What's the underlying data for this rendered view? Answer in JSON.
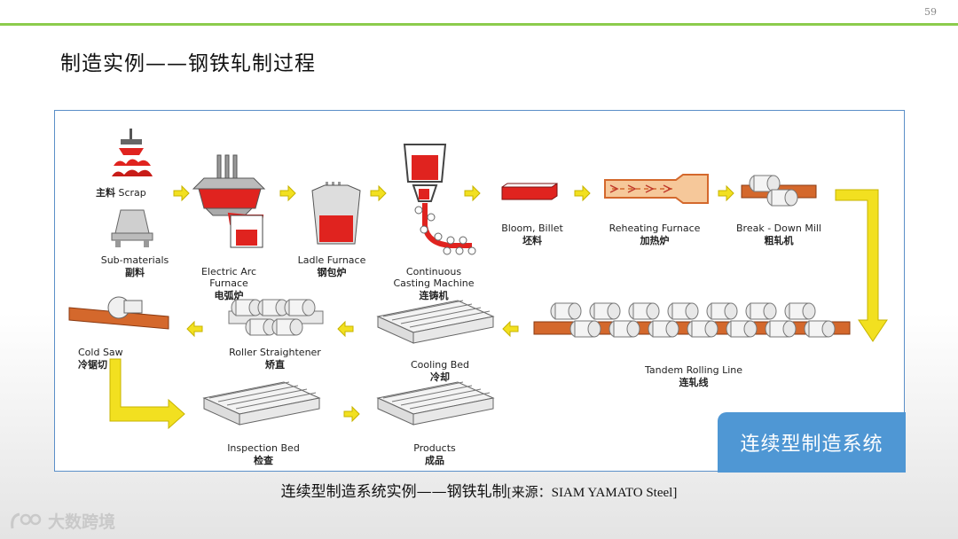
{
  "page": {
    "number": "59",
    "title": "制造实例——钢铁轧制过程",
    "accent": "#8ccc4c"
  },
  "diagram": {
    "stages": [
      {
        "id": "scrap",
        "en": "Scrap",
        "zh": "主料"
      },
      {
        "id": "submaterials",
        "en": "Sub-materials",
        "zh": "副料"
      },
      {
        "id": "eaf",
        "en": "Electric Arc\nFurnace",
        "zh": "电弧炉"
      },
      {
        "id": "ladle",
        "en": "Ladle Furnace",
        "zh": "钢包炉"
      },
      {
        "id": "ccm",
        "en": "Continuous\nCasting Machine",
        "zh": "连铸机"
      },
      {
        "id": "bloom",
        "en": "Bloom, Billet",
        "zh": "坯料"
      },
      {
        "id": "reheat",
        "en": "Reheating Furnace",
        "zh": "加热炉"
      },
      {
        "id": "breakdown",
        "en": "Break - Down Mill",
        "zh": "粗轧机"
      },
      {
        "id": "tandem",
        "en": "Tandem Rolling Line",
        "zh": "连轧线"
      },
      {
        "id": "cooling",
        "en": "Cooling Bed",
        "zh": "冷却"
      },
      {
        "id": "straightener",
        "en": "Roller Straightener",
        "zh": "矫直"
      },
      {
        "id": "coldsaw",
        "en": "Cold Saw",
        "zh": "冷锯切"
      },
      {
        "id": "inspection",
        "en": "Inspection Bed",
        "zh": "检查"
      },
      {
        "id": "products",
        "en": "Products",
        "zh": "成品"
      }
    ],
    "badge": "连续型制造系统",
    "colors": {
      "steel": "#e0231f",
      "rust": "#d4682c",
      "arrow": "#f2e020",
      "badge": "#4f97d4"
    }
  },
  "caption": {
    "main": "连续型制造系统实例——钢铁轧制",
    "source": "[来源：SIAM YAMATO Steel]"
  },
  "watermark": {
    "icon": "logo-icon",
    "text": "大数跨境"
  }
}
